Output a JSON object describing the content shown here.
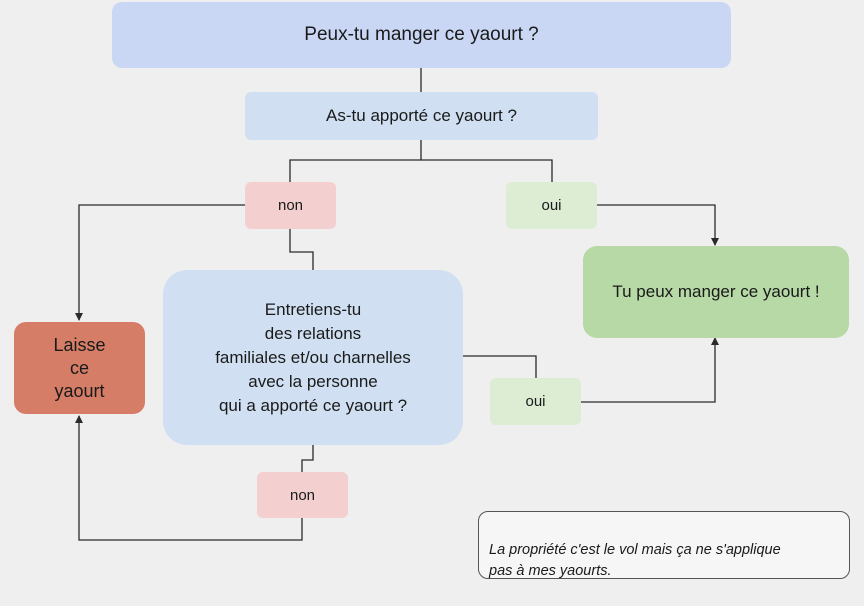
{
  "nodes": {
    "root_question": "Peux-tu manger ce yaourt ?",
    "brought_question": "As-tu apporté ce yaourt ?",
    "no_1": "non",
    "yes_1": "oui",
    "can_eat": "Tu peux manger ce yaourt !",
    "leave_it": "Laisse\nce\nyaourt",
    "relation_question": "Entretiens-tu\ndes relations\nfamiliales et/ou charnelles\navec la personne\nqui a apporté ce yaourt ?",
    "yes_2": "oui",
    "no_2": "non"
  },
  "note": "La propriété c'est le vol mais ça ne s'applique\npas à mes yaourts.",
  "colors": {
    "title_box": "#c9d7f5",
    "question_box": "#d0e0f2",
    "no_box": "#f3cfcf",
    "yes_box": "#dcedd3",
    "result_yes": "#b7d9a6",
    "result_no": "#d57d66",
    "connector": "#2a2a2a"
  }
}
